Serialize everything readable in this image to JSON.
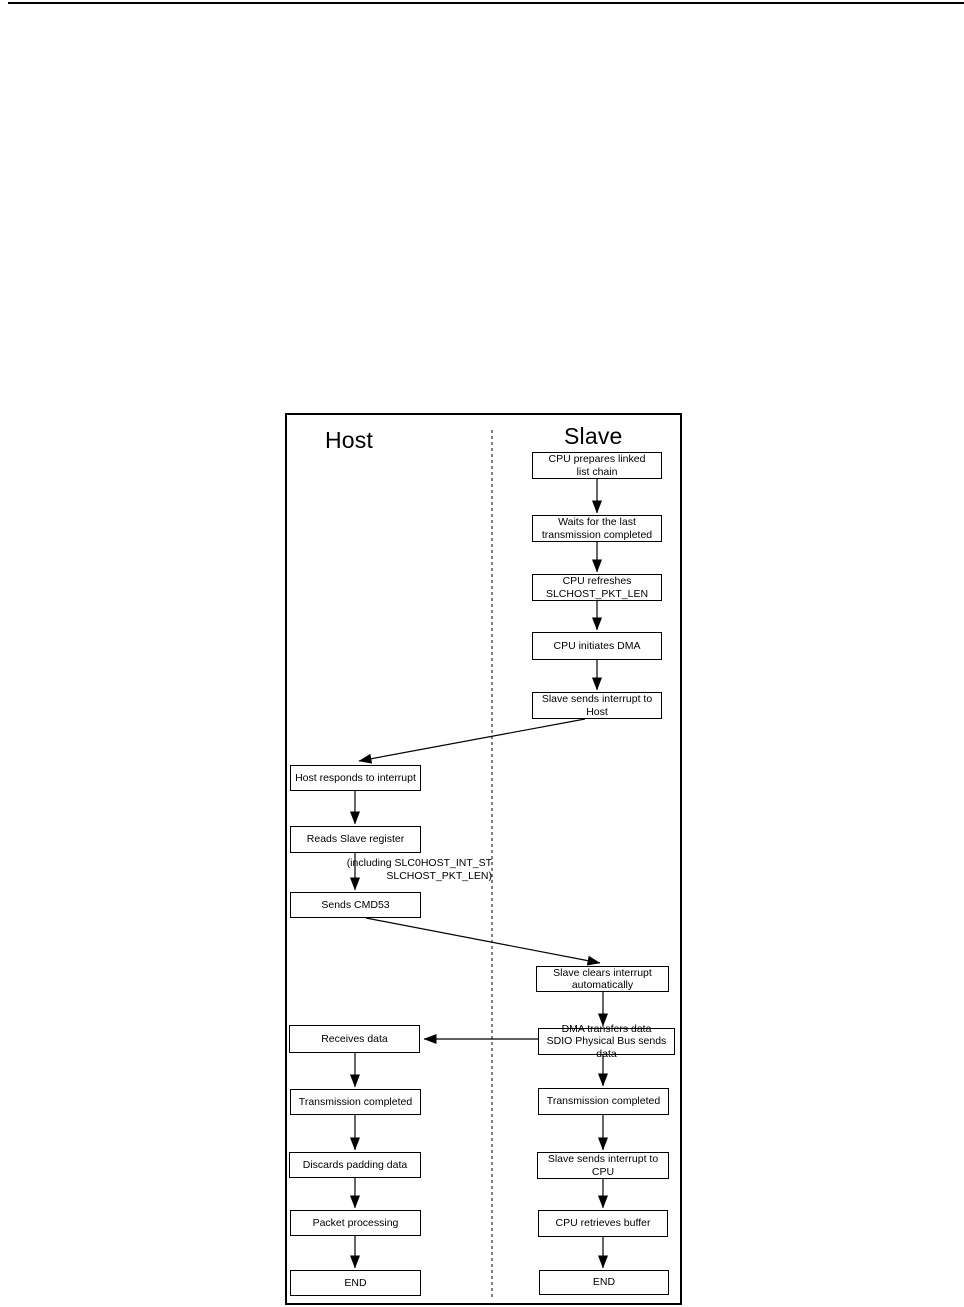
{
  "diagram": {
    "host_title": "Host",
    "slave_title": "Slave",
    "annotation": "(including SLC0HOST_INT_ST\nSLCHOST_PKT_LEN)",
    "colors": {
      "line": "#000000",
      "background": "#ffffff",
      "box_fill": "#ffffff",
      "text": "#000000"
    },
    "nodes": {
      "cpu_prepares": "CPU prepares linked\nlist chain",
      "waits_last": "Waits for the last\ntransmission completed",
      "cpu_refreshes": "CPU refreshes\nSLCHOST_PKT_LEN",
      "cpu_initiates_dma": "CPU initiates DMA",
      "slave_int_host": "Slave sends interrupt to\nHost",
      "host_responds": "Host responds to interrupt",
      "reads_slave": "Reads Slave register",
      "sends_cmd53": "Sends CMD53",
      "slave_clears": "Slave clears interrupt\nautomatically",
      "dma_transfers": "DMA transfers data\nSDIO Physical Bus sends data",
      "receives_data": "Receives data",
      "trans_completed_host": "Transmission completed",
      "trans_completed_slave": "Transmission completed",
      "discards_padding": "Discards padding data",
      "slave_int_cpu": "Slave sends interrupt to\nCPU",
      "packet_processing": "Packet processing",
      "cpu_retrieves": "CPU retrieves buffer",
      "end_host": "END",
      "end_slave": "END"
    }
  }
}
